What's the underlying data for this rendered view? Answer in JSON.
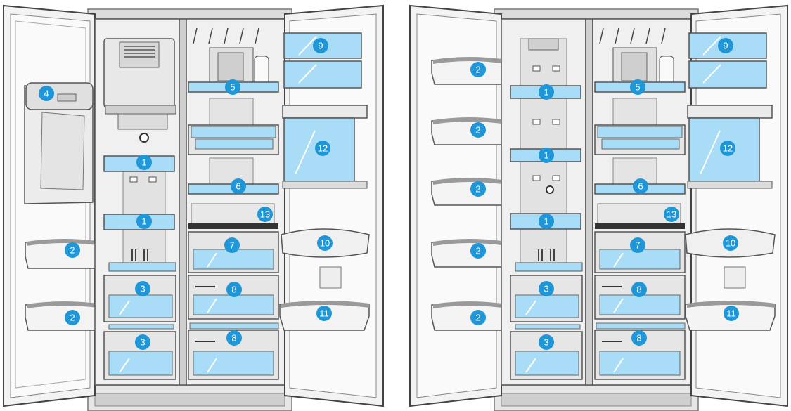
{
  "colors": {
    "badge": "#1e96d8",
    "glass": "#a9dcf7",
    "glass_dark": "#7fc8ee",
    "outline": "#3a3a3a",
    "wall": "#f2f2f2",
    "frame": "#d9d9d9",
    "dark": "#555555"
  },
  "diagrams": [
    {
      "name": "fridge-with-dispenser",
      "badges": [
        {
          "label": "1"
        },
        {
          "label": "1"
        },
        {
          "label": "2"
        },
        {
          "label": "2"
        },
        {
          "label": "3"
        },
        {
          "label": "3"
        },
        {
          "label": "4"
        },
        {
          "label": "5"
        },
        {
          "label": "6"
        },
        {
          "label": "7"
        },
        {
          "label": "8"
        },
        {
          "label": "8"
        },
        {
          "label": "9"
        },
        {
          "label": "10"
        },
        {
          "label": "11"
        },
        {
          "label": "12"
        },
        {
          "label": "13"
        }
      ]
    },
    {
      "name": "fridge-without-dispenser",
      "badges": [
        {
          "label": "2"
        },
        {
          "label": "2"
        },
        {
          "label": "2"
        },
        {
          "label": "2"
        },
        {
          "label": "2"
        },
        {
          "label": "1"
        },
        {
          "label": "1"
        },
        {
          "label": "1"
        },
        {
          "label": "3"
        },
        {
          "label": "3"
        },
        {
          "label": "5"
        },
        {
          "label": "6"
        },
        {
          "label": "7"
        },
        {
          "label": "8"
        },
        {
          "label": "8"
        },
        {
          "label": "9"
        },
        {
          "label": "10"
        },
        {
          "label": "11"
        },
        {
          "label": "12"
        },
        {
          "label": "13"
        }
      ]
    }
  ]
}
